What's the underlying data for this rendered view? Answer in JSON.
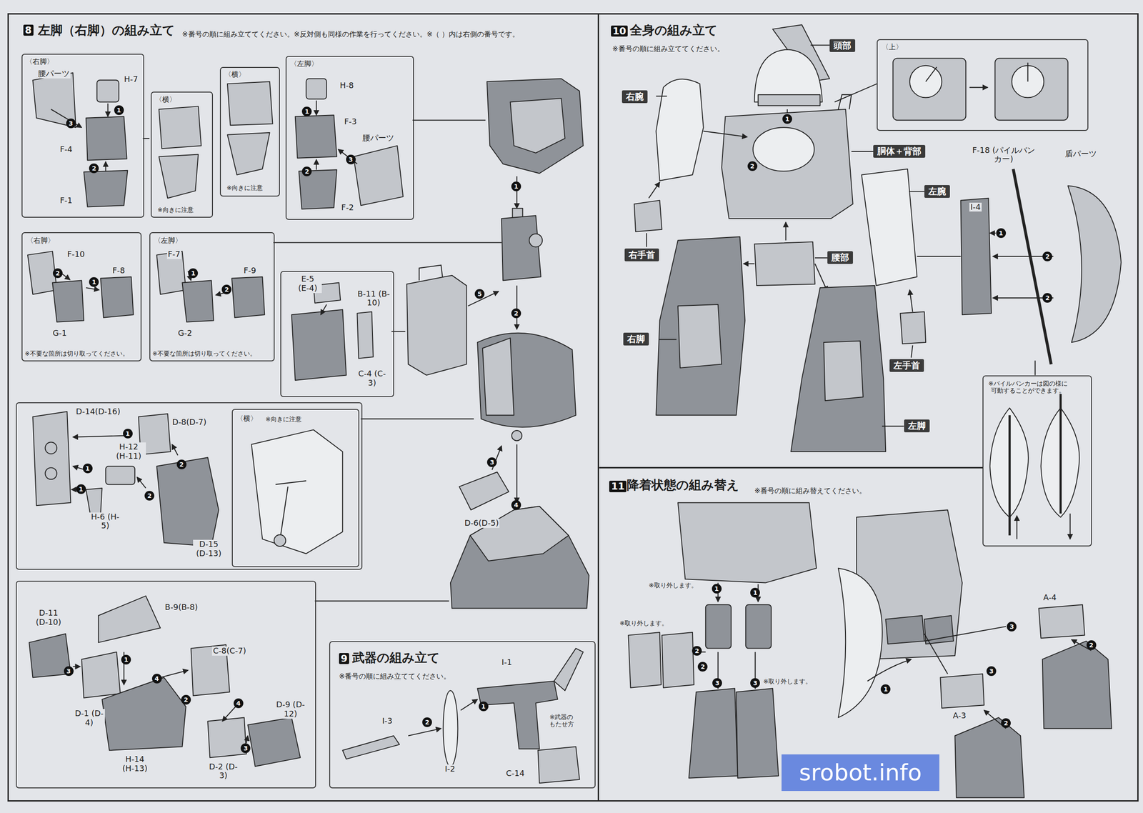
{
  "diagram": {
    "nodes": [
      {
        "text": [
          "8",
          "左脚（右脚）の組み立て",
          "※番号の順に組み立ててください。※反対側も同様の作業を行ってください。※（ ）内は右側の番号です。"
        ]
      },
      {
        "text": [
          "〈右脚〉",
          "腰パーツ",
          "H-7",
          "1",
          "3",
          "F-4",
          "2",
          "F-1"
        ],
        "in": 0
      },
      {
        "text": [
          "〈横〉",
          "※向きに注意"
        ],
        "in": 0
      },
      {
        "text": [
          "〈横〉",
          "※向きに注意"
        ],
        "in": 0
      },
      {
        "text": [
          "〈左脚〉",
          "H-8",
          "1",
          "F-3",
          "腰パーツ",
          "3",
          "2",
          "F-2"
        ],
        "in": 0
      },
      {
        "text": [
          "〈右脚〉",
          "F-10",
          "2",
          "1",
          "F-8",
          "G-1",
          "※不要な箇所は切り取ってください。"
        ],
        "in": 0
      },
      {
        "text": [
          "〈左脚〉",
          "F-7",
          "1",
          "2",
          "F-9",
          "G-2",
          "※不要な箇所は切り取ってください。"
        ],
        "in": 0
      },
      {
        "text": [
          "E-5 (E-4)",
          "B-11 (B-10)",
          "C-4 (C-3)"
        ],
        "in": 0
      },
      {
        "text": [
          "D-14(D-16)",
          "1",
          "D-8(D-7)",
          "H-12 (H-11)",
          "1",
          "2",
          "1",
          "2",
          "H-6 (H-5)",
          "D-15 (D-13)"
        ],
        "in": 0
      },
      {
        "text": [
          "〈横〉",
          "※向きに注意"
        ],
        "in": 8
      },
      {
        "text": [
          "B-9(B-8)",
          "D-11 (D-10)",
          "1",
          "C-8(C-7)",
          "3",
          "4",
          "D-1 (D-4)",
          "2",
          "4",
          "D-9 (D-12)",
          "3",
          "H-14 (H-13)",
          "D-2 (D-3)"
        ],
        "in": 0
      },
      {
        "text": [
          "9",
          "武器の組み立て",
          "※番号の順に組み立ててください。",
          "I-1",
          "1",
          "I-3",
          "2",
          "※武器の もたせ方",
          "I-2",
          "C-14"
        ],
        "in": 0
      },
      {
        "text": [
          "10",
          "全身の組み立て",
          "※番号の順に組み立ててください。"
        ]
      },
      {
        "text": [
          "頭部"
        ],
        "in": 12
      },
      {
        "text": [
          "〈上〉"
        ],
        "in": 12
      },
      {
        "text": [
          "右腕"
        ],
        "in": 12
      },
      {
        "text": [
          "胴体＋背部"
        ],
        "in": 12
      },
      {
        "text": [
          "左腕"
        ],
        "in": 12
      },
      {
        "text": [
          "右手首"
        ],
        "in": 12
      },
      {
        "text": [
          "腰部"
        ],
        "in": 12
      },
      {
        "text": [
          "右脚"
        ],
        "in": 12
      },
      {
        "text": [
          "左手首"
        ],
        "in": 12
      },
      {
        "text": [
          "左脚"
        ],
        "in": 12
      },
      {
        "text": [
          "※パイルバンカーは図の様に 可動することができます。"
        ]
      },
      {
        "text": [
          "11",
          "降着状態の組み替え",
          "※番号の順に組み替えてください。"
        ]
      },
      {
        "text": [
          "srobot.info"
        ]
      }
    ],
    "labels": [
      "1",
      "5",
      "2",
      "3",
      "4",
      "D-6(D-5)",
      "1",
      "2",
      "F-18 (パイルバンカー)",
      "盾パーツ",
      "I-4",
      "1",
      "2",
      "2",
      "※取り外します。",
      "1",
      "1",
      "※取り外します。",
      "2",
      "2",
      "3",
      "3",
      "※取り外します。",
      "1",
      "A-4",
      "3",
      "2",
      "3",
      "A-3",
      "2"
    ]
  }
}
